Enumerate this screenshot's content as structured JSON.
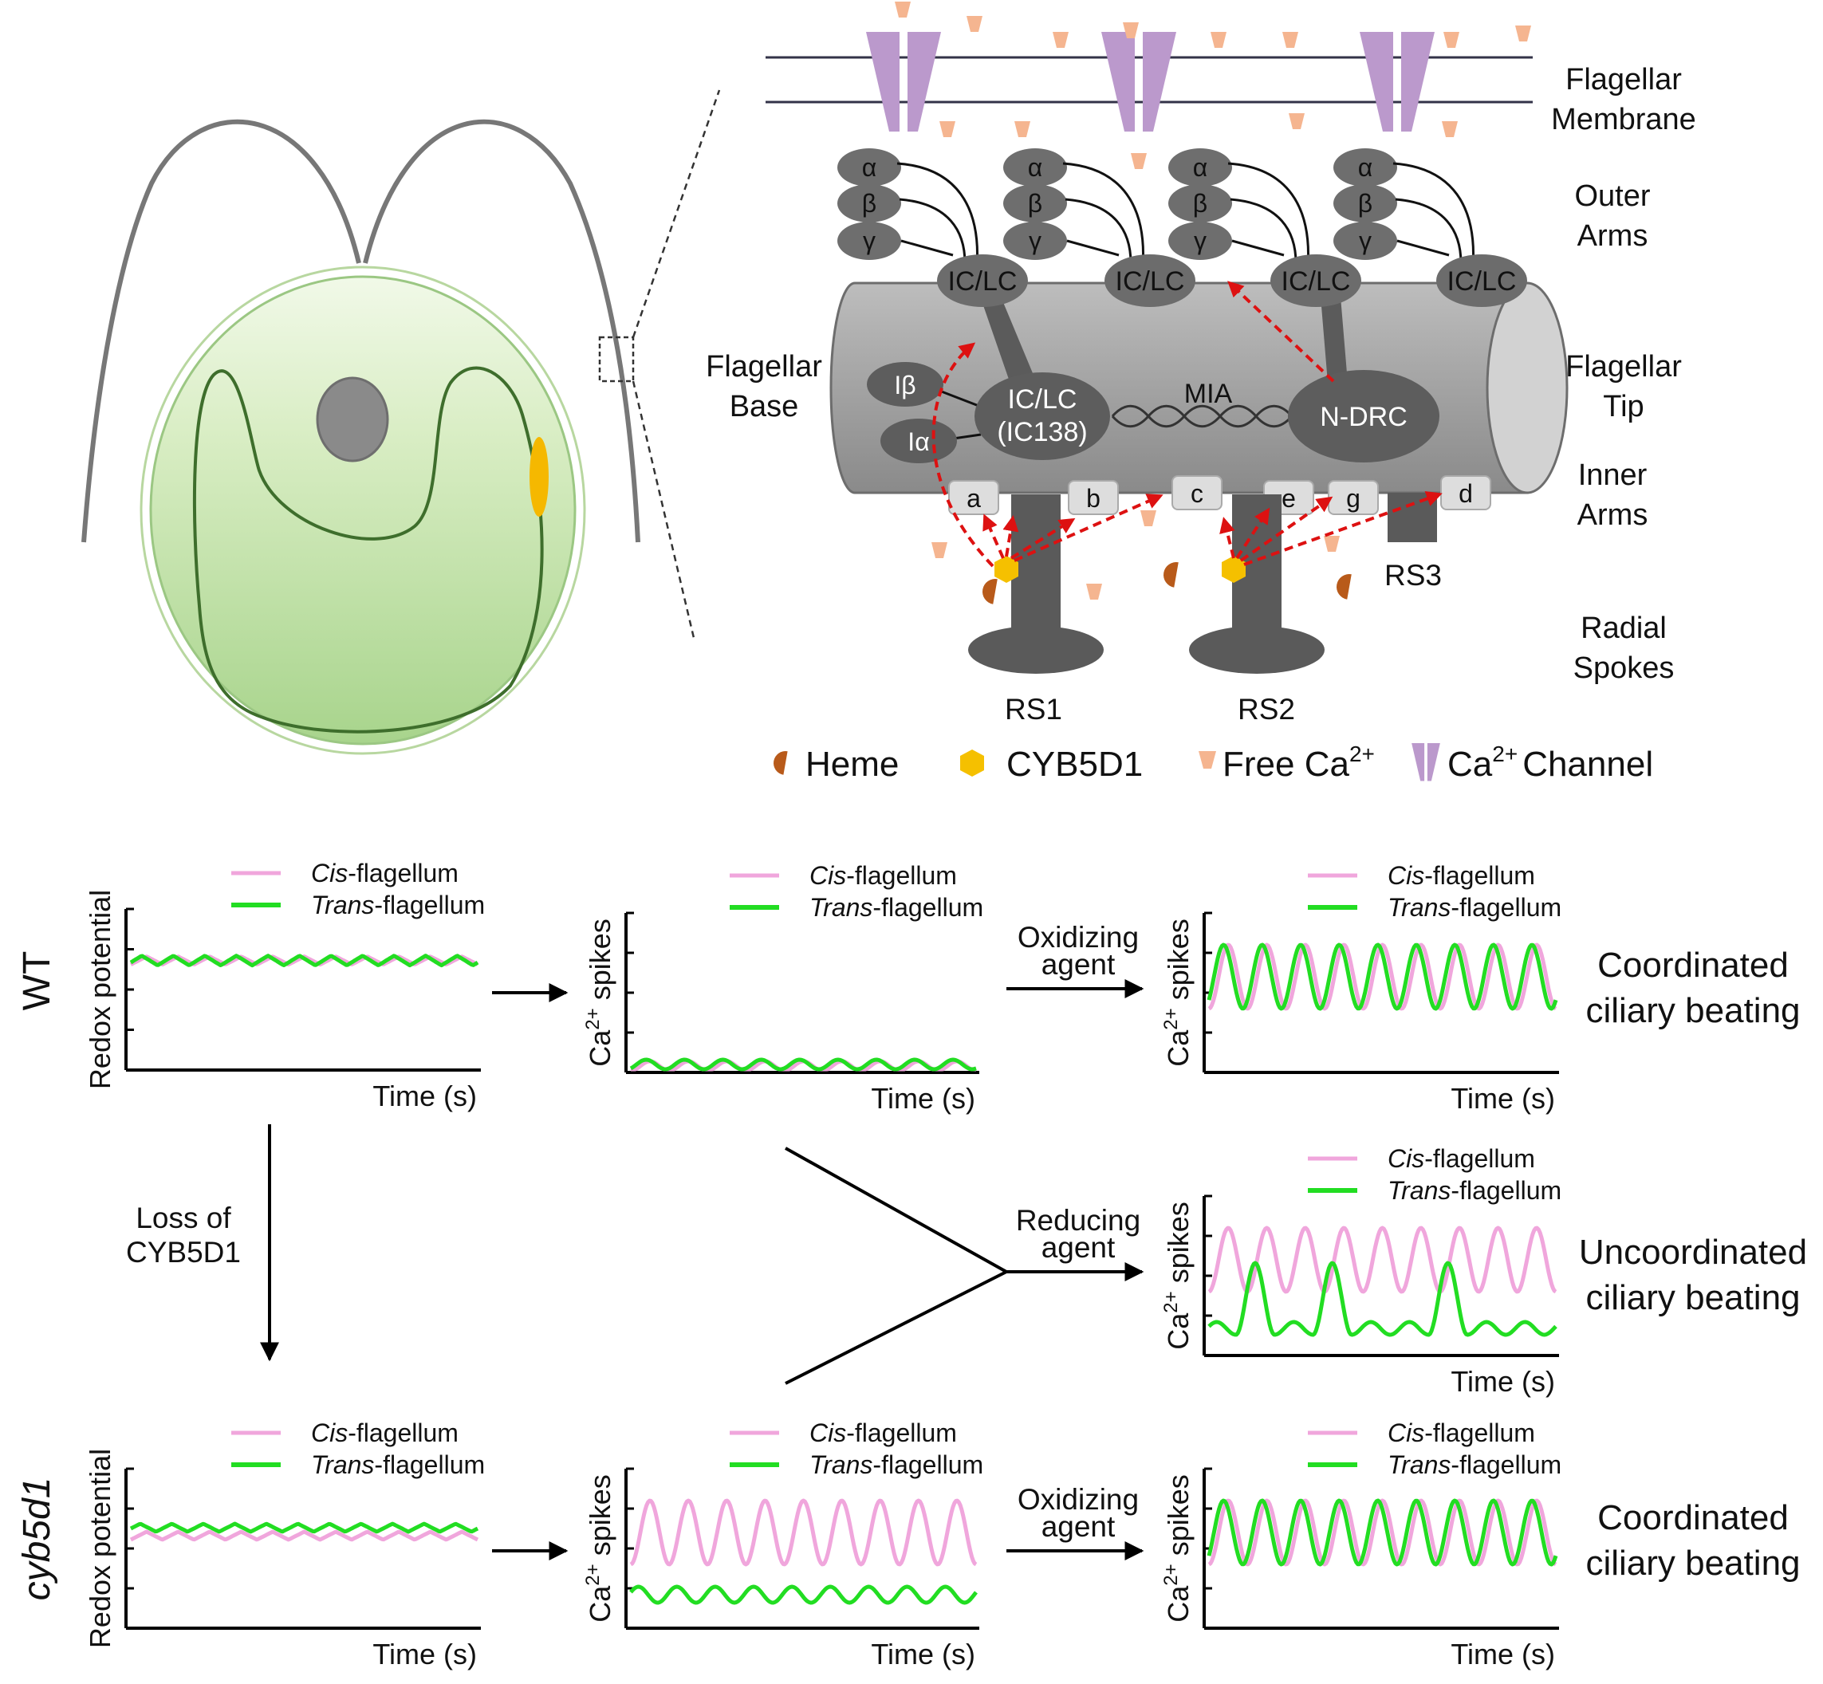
{
  "membrane_label": [
    "Flagellar",
    "Membrane"
  ],
  "outer_arms_label": [
    "Outer",
    "Arms"
  ],
  "base_label": [
    "Flagellar",
    "Base"
  ],
  "tip_label": [
    "Flagellar",
    "Tip"
  ],
  "inner_arms_label": [
    "Inner",
    "Arms"
  ],
  "radial_spokes_label": [
    "Radial",
    "Spokes"
  ],
  "chains": [
    "α",
    "β",
    "γ"
  ],
  "iclc": "IC/LC",
  "ic138": [
    "IC/LC",
    "(IC138)"
  ],
  "ibeta": "Iβ",
  "ialpha": "Iα",
  "mia": "MIA",
  "ndrc": "N-DRC",
  "inner_arm_letters": [
    "a",
    "b",
    "c",
    "e",
    "g",
    "d"
  ],
  "rs": [
    "RS1",
    "RS2",
    "RS3"
  ],
  "legend": {
    "heme": "Heme",
    "cyb5d1": "CYB5D1",
    "free_ca": "Free Ca",
    "free_ca_sup": "2+",
    "ca_channel_pre": "Ca",
    "ca_channel_sup": "2+",
    "ca_channel_post": "Channel"
  },
  "legend_cis": {
    "italic": "Cis",
    "rest": "-flagellum"
  },
  "legend_trans": {
    "italic": "Trans",
    "rest": "-flagellum"
  },
  "time_label": "Time (s)",
  "redox_label": "Redox potential",
  "ca_label_base": "Ca",
  "ca_label_sup": "2+",
  "ca_label_rest": " spikes",
  "wt": "WT",
  "cyb5d1_mutant": "cyb5d1",
  "loss_label": [
    "Loss of",
    "CYB5D1"
  ],
  "oxidizing": [
    "Oxidizing",
    "agent"
  ],
  "reducing": [
    "Reducing",
    "agent"
  ],
  "coordinated": [
    "Coordinated",
    "ciliary beating"
  ],
  "uncoordinated": [
    "Uncoordinated",
    "ciliary beating"
  ],
  "colors": {
    "cis": "#f0a6dc",
    "trans": "#22dd22",
    "arrow_red": "#dd1111",
    "channel": "#bb99cc",
    "free_ca": "#f5b590",
    "cyb5d1": "#f5c000",
    "heme": "#b85a1a",
    "axoneme": "#9e9e9e",
    "dark_protein": "#5d5d5d"
  }
}
